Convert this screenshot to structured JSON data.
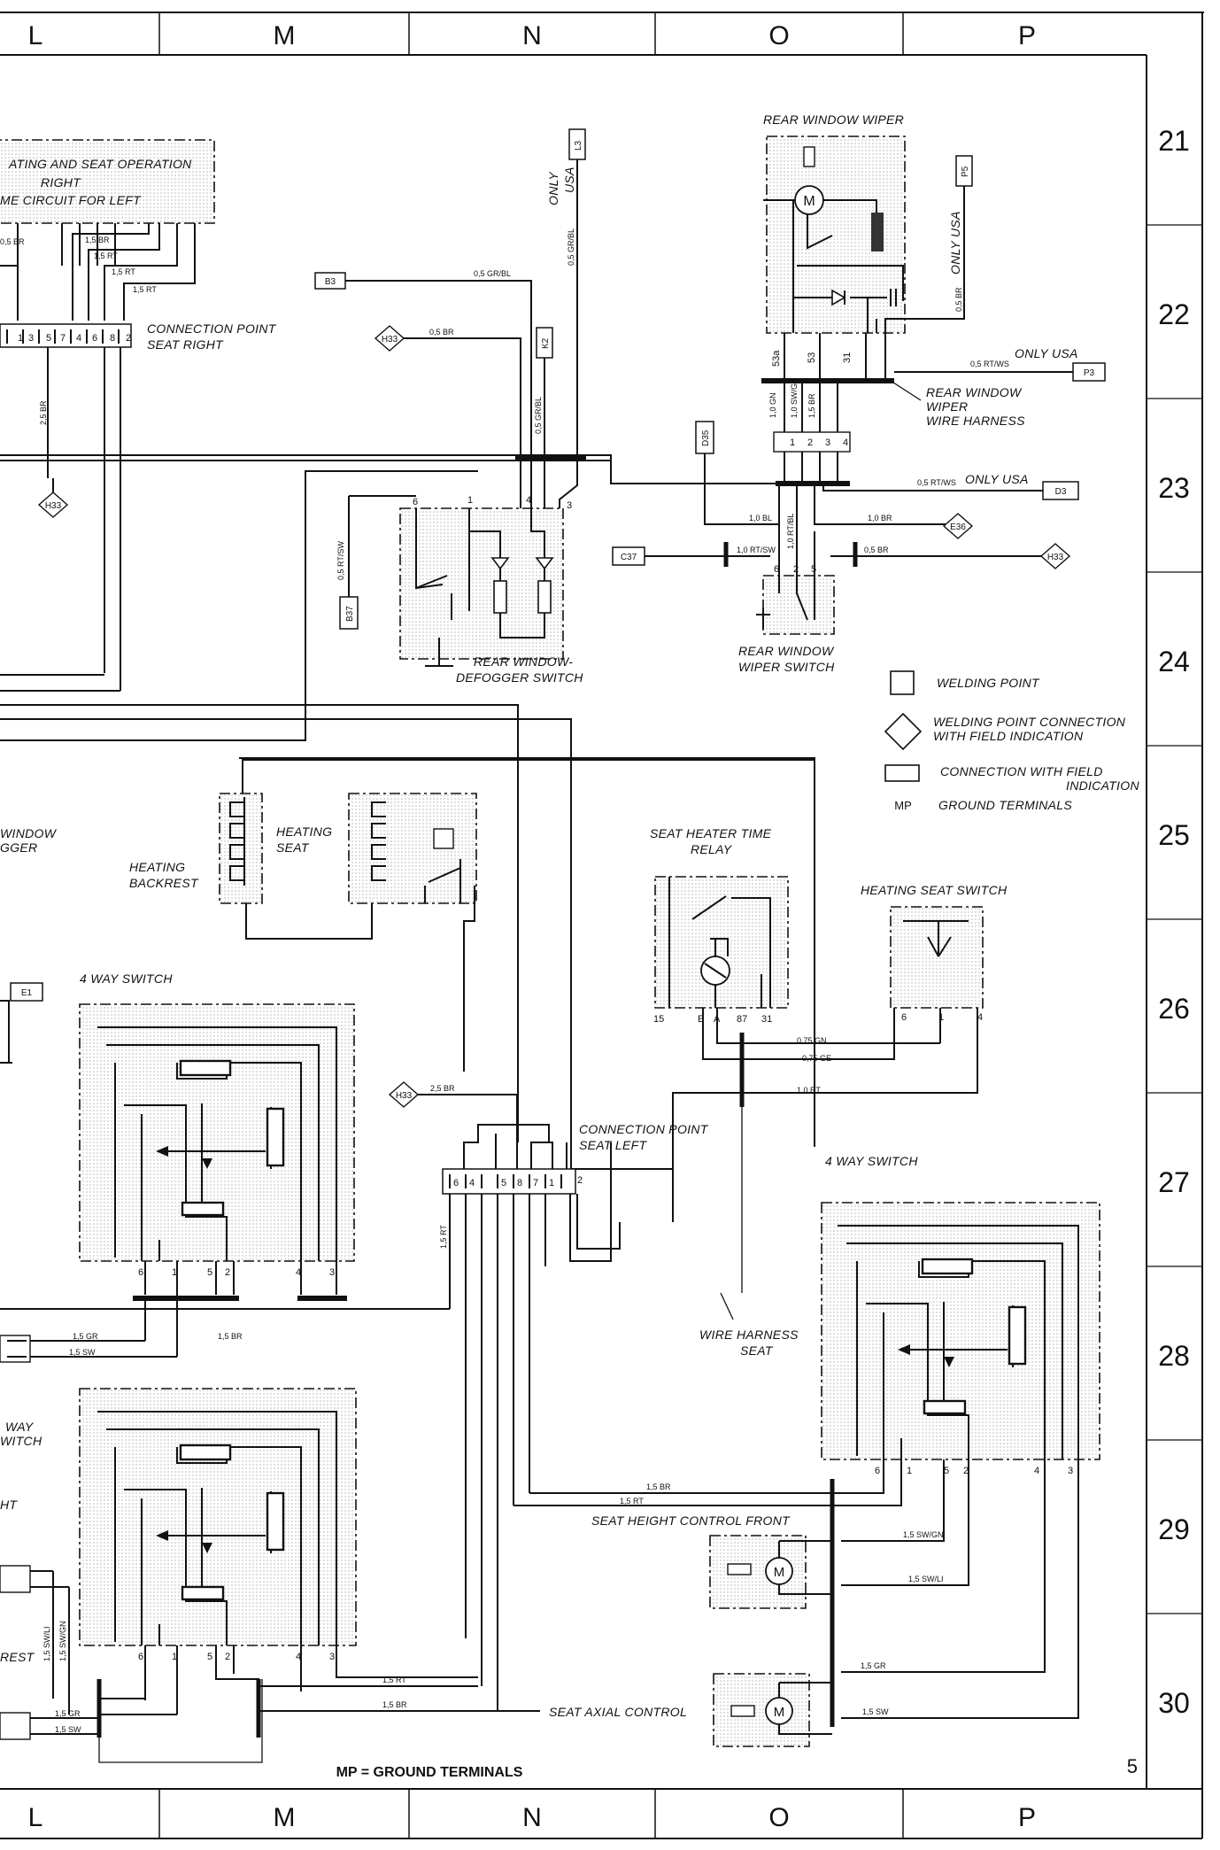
{
  "grid_columns_top": [
    "L",
    "M",
    "N",
    "O",
    "P"
  ],
  "grid_columns_bottom": [
    "L",
    "M",
    "N",
    "O",
    "P"
  ],
  "grid_rows": [
    "21",
    "22",
    "23",
    "24",
    "25",
    "26",
    "27",
    "28",
    "29",
    "30"
  ],
  "page_number": "5",
  "footer_note": "MP = GROUND TERMINALS",
  "components": {
    "seat_heating_box_line1": "ATING AND SEAT OPERATION",
    "seat_heating_box_line2": "RIGHT",
    "seat_heating_box_line3": "ME CIRCUIT FOR LEFT",
    "connection_point_seat_right_line1": "CONNECTION POINT",
    "connection_point_seat_right_line2": "SEAT RIGHT",
    "rear_window_wiper": "REAR WINDOW WIPER",
    "rear_window_wiper_harness_line1": "REAR WINDOW",
    "rear_window_wiper_harness_line2": "WIPER",
    "rear_window_wiper_harness_line3": "WIRE HARNESS",
    "rear_window_defogger_switch_line1": "REAR WINDOW-",
    "rear_window_defogger_switch_line2": "DEFOGGER SWITCH",
    "rear_window_wiper_switch_line1": "REAR WINDOW",
    "rear_window_wiper_switch_line2": "WIPER SWITCH",
    "heating_seat_line1": "HEATING",
    "heating_seat_line2": "SEAT",
    "heating_backrest_line1": "HEATING",
    "heating_backrest_line2": "BACKREST",
    "seat_heater_time_relay_line1": "SEAT HEATER TIME",
    "seat_heater_time_relay_line2": "RELAY",
    "heating_seat_switch": "HEATING SEAT SWITCH",
    "window_defogger_line1": "WINDOW",
    "window_defogger_line2": "GGER",
    "four_way_switch_left": "4 WAY SWITCH",
    "four_way_switch_right": "4 WAY SWITCH",
    "connection_point_seat_left_line1": "CONNECTION POINT",
    "connection_point_seat_left_line2": "SEAT LEFT",
    "wire_harness_seat_line1": "WIRE HARNESS",
    "wire_harness_seat_line2": "SEAT",
    "way_switch_line1": "WAY",
    "way_switch_line2": "WITCH",
    "ht_fragment": "HT",
    "rest_fragment": "REST",
    "seat_height_control_front": "SEAT HEIGHT CONTROL FRONT",
    "seat_axial_control": "SEAT AXIAL CONTROL",
    "only_usa": "ONLY USA",
    "only": "ONLY",
    "usa": "USA"
  },
  "legend": {
    "welding_point": "WELDING POINT",
    "welding_point_connection_line1": "WELDING POINT CONNECTION",
    "welding_point_connection_line2": "WITH FIELD INDICATION",
    "connection_field_line1": "CONNECTION WITH FIELD",
    "connection_field_line2": "INDICATION",
    "mp_symbol": "MP",
    "ground_terminals": "GROUND TERMINALS"
  },
  "connectors": {
    "L3": "L3",
    "P5": "P5",
    "B3": "B3",
    "H33": "H33",
    "K2": "K2",
    "P3": "P3",
    "D35": "D35",
    "D3": "D3",
    "E36": "E36",
    "C37": "C37",
    "B37": "B37",
    "E1": "E1"
  },
  "wire_codes": {
    "br25": "2,5 BR",
    "br05": "0,5 BR",
    "grbl05": "0,5 GR/BL",
    "rtsw05": "0,5 RT/SW",
    "rtws05": "0,5 RT/WS",
    "bl10": "1,0 BL",
    "br10": "1,0 BR",
    "rtsw10": "1,0 RT/SW",
    "rtbl10": "1,0 RT/BL",
    "gn10": "1,0 GN",
    "swgn10": "1,0 SW/GN",
    "br15": "1,5 BR",
    "rt15": "1,5 RT",
    "gr15": "1,5 GR",
    "sw15": "1,5 SW",
    "swgn15": "1,5 SW/GN",
    "swli15": "1,5 SW/LI",
    "br25b": "2,5 BR",
    "gn075": "0,75 GN",
    "ge075": "0,75 GE",
    "rt10": "1,0 RT"
  },
  "pins": {
    "p1": "1",
    "p2": "2",
    "p3": "3",
    "p4": "4",
    "p5": "5",
    "p6": "6",
    "p7": "7",
    "p8": "8",
    "p15": "15",
    "pE": "E",
    "pA": "A",
    "p87": "87",
    "p31": "31",
    "p53": "53",
    "p53a": "53a",
    "M": "M"
  }
}
